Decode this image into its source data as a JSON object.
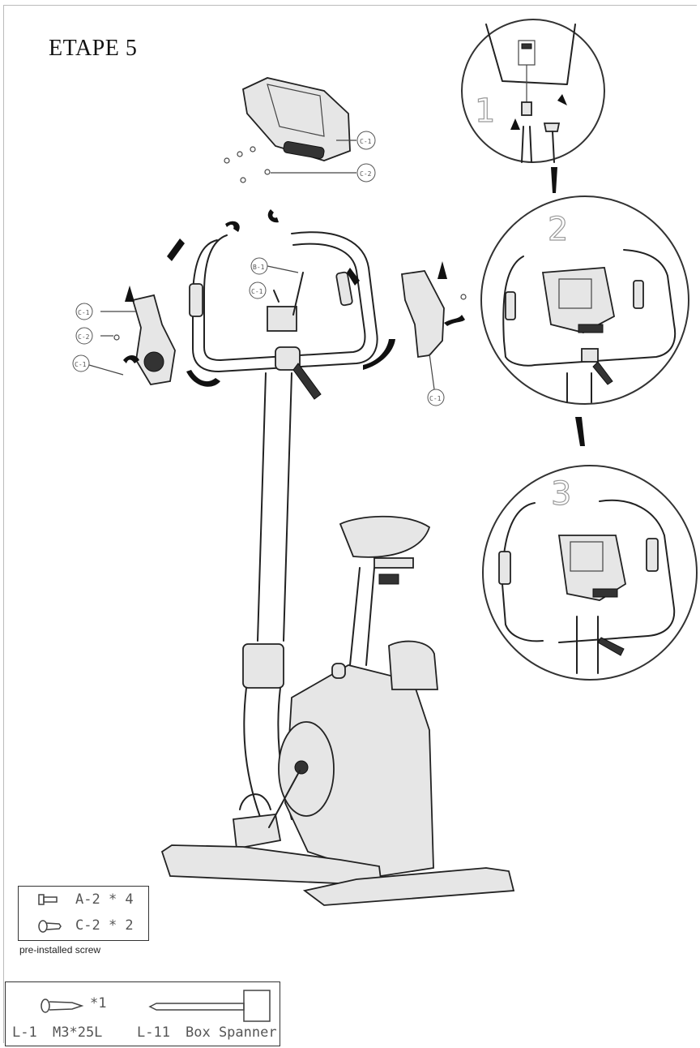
{
  "page": {
    "title": "ETAPE 5"
  },
  "callouts": {
    "top_console_1": "C-1",
    "top_console_2": "C-2",
    "center_1": "B-1",
    "center_2": "C-1",
    "left_1": "C-1",
    "left_2": "C-2",
    "left_3": "C-1",
    "right_1": "C-1"
  },
  "steps": {
    "step1": "1",
    "step2": "2",
    "step3": "3"
  },
  "preinstalled": {
    "rows": [
      {
        "code": "A-2 * 4",
        "icon": "bolt-icon"
      },
      {
        "code": "C-2 * 2",
        "icon": "screw-icon"
      }
    ],
    "caption": "pre-installed screw"
  },
  "tools": {
    "screw_qty": "*1",
    "screw_code": "L-1",
    "screw_size": "M3*25L",
    "spanner_code": "L-11",
    "spanner_name": "Box Spanner"
  }
}
